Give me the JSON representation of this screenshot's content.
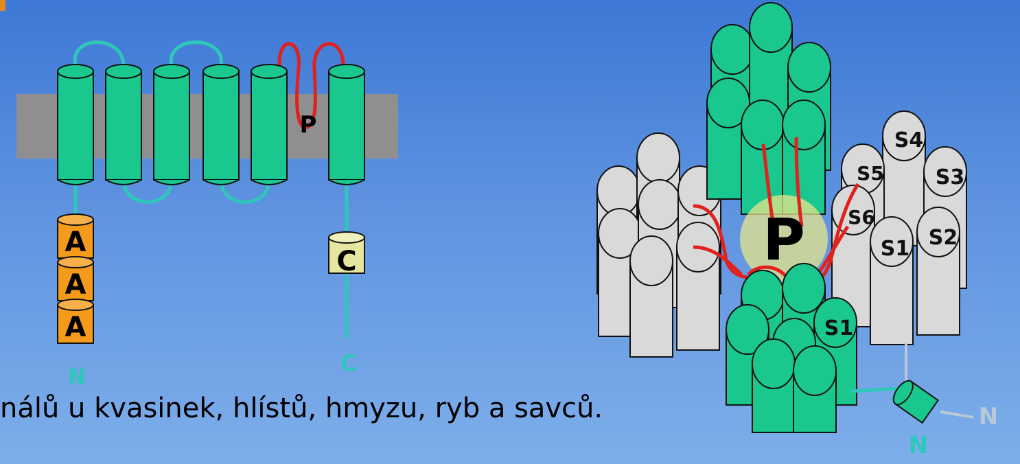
{
  "slide": {
    "caption": "nálů u kvasinek, hlístů, hmyzu, ryb a savců."
  },
  "left_diagram": {
    "pore_label": "P",
    "ankyrin_labels": [
      "A",
      "A",
      "A"
    ],
    "c_domain_label": "C",
    "n_terminus_label": "N",
    "c_terminus_label": "C"
  },
  "right_diagram": {
    "pore_label": "P",
    "segment_labels": {
      "s1_gray": "S1",
      "s2": "S2",
      "s3": "S3",
      "s4": "S4",
      "s5": "S5",
      "s6": "S6",
      "s1_green": "S1"
    },
    "n_terminus_label_1": "N",
    "n_terminus_label_2": "N"
  },
  "colors": {
    "helix_green": "#19c78f",
    "helix_gray": "#d9d9d9",
    "membrane": "#8f8f8f",
    "loop_cyan": "#2ec7b9",
    "pore_loop_red": "#e0211d",
    "ankyrin_orange": "#f59a1a",
    "c_domain": "#e6e6a0"
  }
}
